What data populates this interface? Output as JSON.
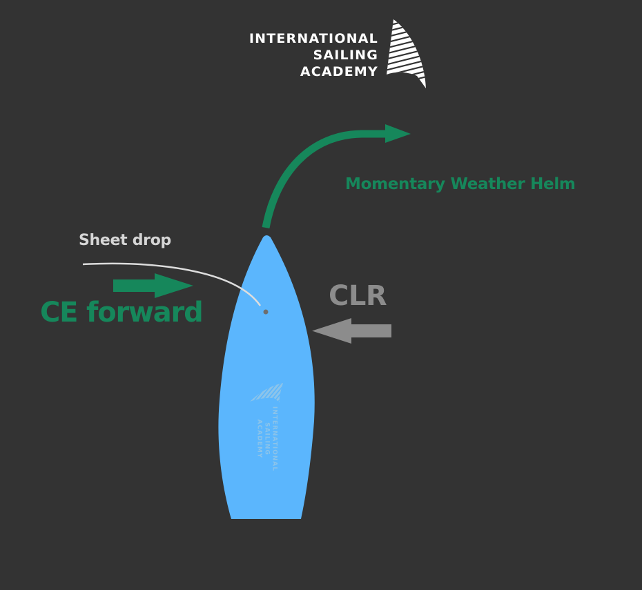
{
  "logo": {
    "lines": [
      "INTERNATIONAL",
      "SAILING",
      "ACADEMY"
    ]
  },
  "labels": {
    "helm": "Momentary Weather Helm",
    "sheet": "Sheet drop",
    "ce": "CE forward",
    "clr": "CLR"
  },
  "hull_watermark": {
    "lines": [
      "INTERNATIONAL",
      "SAILING",
      "ACADEMY"
    ]
  },
  "colors": {
    "background": "#333333",
    "green": "#16875b",
    "gray": "#8c8c8c",
    "hull": "#5bb6fd",
    "white": "#ffffff"
  }
}
